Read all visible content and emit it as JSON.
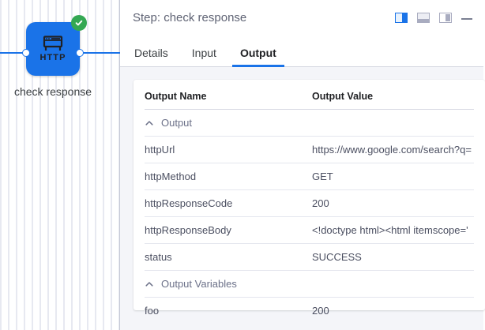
{
  "canvas": {
    "node": {
      "type_label": "HTTP",
      "name": "check response",
      "status_icon": "check-circle-icon",
      "status": "success"
    }
  },
  "panel": {
    "title": "Step: check response",
    "actions": [
      {
        "icon": "panel-right-layout-icon",
        "state": "active"
      },
      {
        "icon": "panel-bottom-layout-icon",
        "state": "inactive"
      },
      {
        "icon": "panel-side-layout-icon",
        "state": "inactive"
      },
      {
        "icon": "minimize-icon",
        "state": "inactive"
      }
    ],
    "tabs": [
      {
        "label": "Details",
        "active": false
      },
      {
        "label": "Input",
        "active": false
      },
      {
        "label": "Output",
        "active": true
      }
    ],
    "table": {
      "headers": [
        "Output Name",
        "Output Value"
      ],
      "groups": [
        {
          "label": "Output",
          "expanded": true,
          "rows": [
            {
              "name": "httpUrl",
              "value": "https://www.google.com/search?q="
            },
            {
              "name": "httpMethod",
              "value": "GET"
            },
            {
              "name": "httpResponseCode",
              "value": "200"
            },
            {
              "name": "httpResponseBody",
              "value": "<!doctype html><html itemscope='"
            },
            {
              "name": "status",
              "value": "SUCCESS"
            }
          ]
        },
        {
          "label": "Output Variables",
          "expanded": true,
          "rows": [
            {
              "name": "foo",
              "value": "200"
            }
          ]
        }
      ]
    }
  },
  "colors": {
    "accent": "#1a73e8",
    "success": "#34a853",
    "panel_bg": "#f4f5f9",
    "text_muted": "#5f6374"
  }
}
